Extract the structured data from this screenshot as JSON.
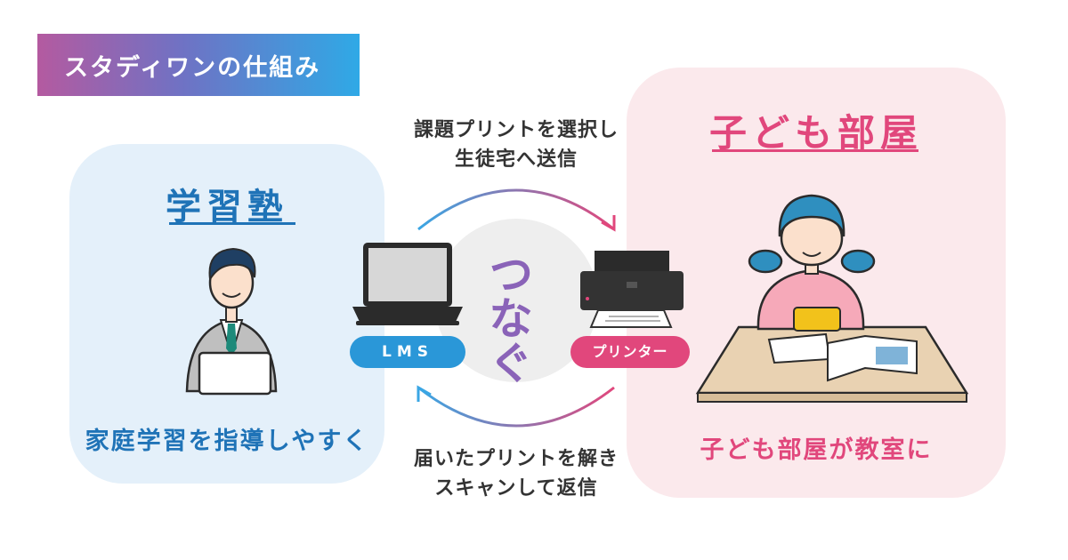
{
  "header": {
    "title": "スタディワンの仕組み"
  },
  "left_panel": {
    "title": "学習塾",
    "caption": "家庭学習を指導しやすく"
  },
  "right_panel": {
    "title": "子ども部屋",
    "caption": "子ども部屋が教室に"
  },
  "flow": {
    "top_label_line1": "課題プリントを選択し",
    "top_label_line2": "生徒宅へ送信",
    "bottom_label_line1": "届いたプリントを解き",
    "bottom_label_line2": "スキャンして返信",
    "center_text": "つなぐ"
  },
  "devices": {
    "lms_label": "LMS",
    "printer_label": "プリンター"
  },
  "colors": {
    "blue": "#1f73b7",
    "pink": "#e1477c",
    "left_bg": "#e4f0fa",
    "right_bg": "#fbe9ec"
  },
  "icons": [
    "teacher-illustration",
    "laptop-icon",
    "printer-icon",
    "student-illustration"
  ]
}
